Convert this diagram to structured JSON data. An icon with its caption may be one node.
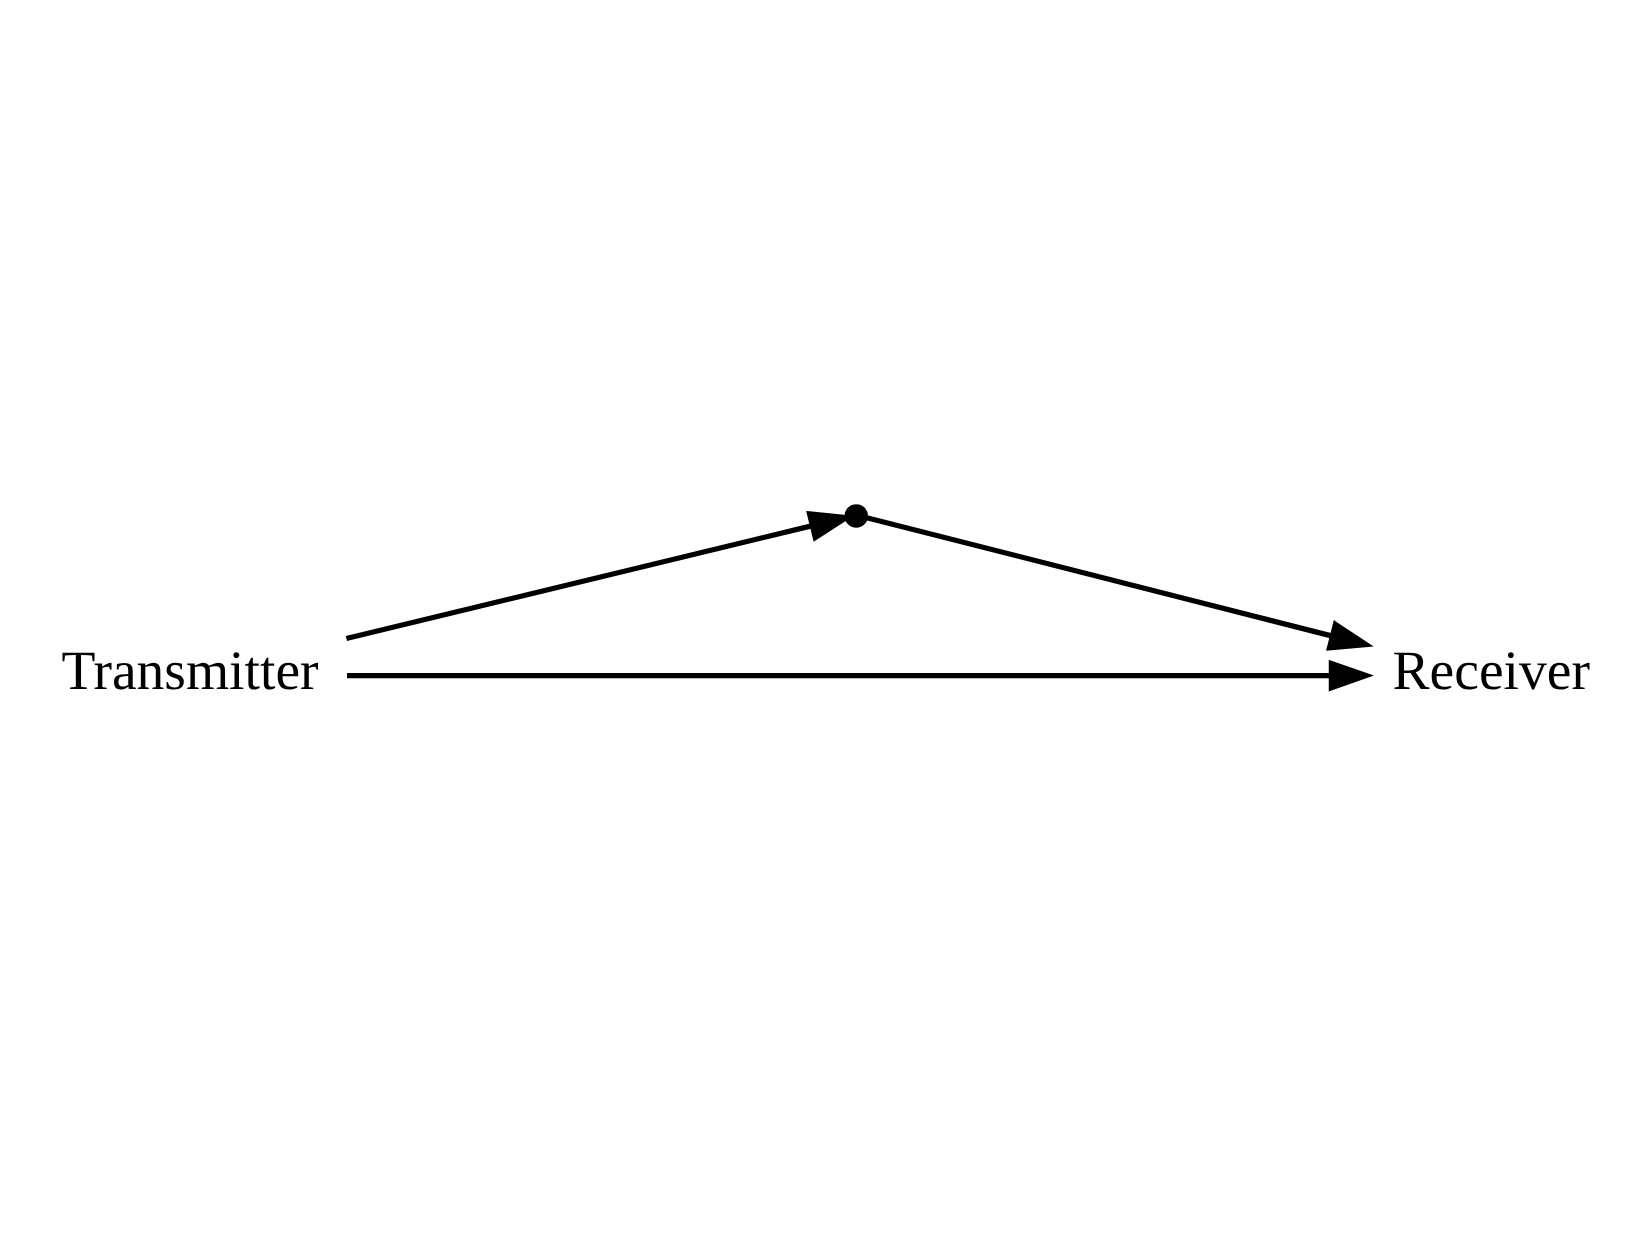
{
  "diagram": {
    "nodes": [
      {
        "text": [
          "Transmitter"
        ]
      },
      {
        "text": [],
        "shape": "point"
      },
      {
        "text": [
          "Receiver"
        ]
      }
    ],
    "edges": [
      {
        "from": 0,
        "to": 2,
        "arrow": "to"
      },
      {
        "from": 0,
        "to": 1,
        "arrow": "to"
      },
      {
        "from": 1,
        "to": 2,
        "arrow": "to"
      }
    ]
  }
}
